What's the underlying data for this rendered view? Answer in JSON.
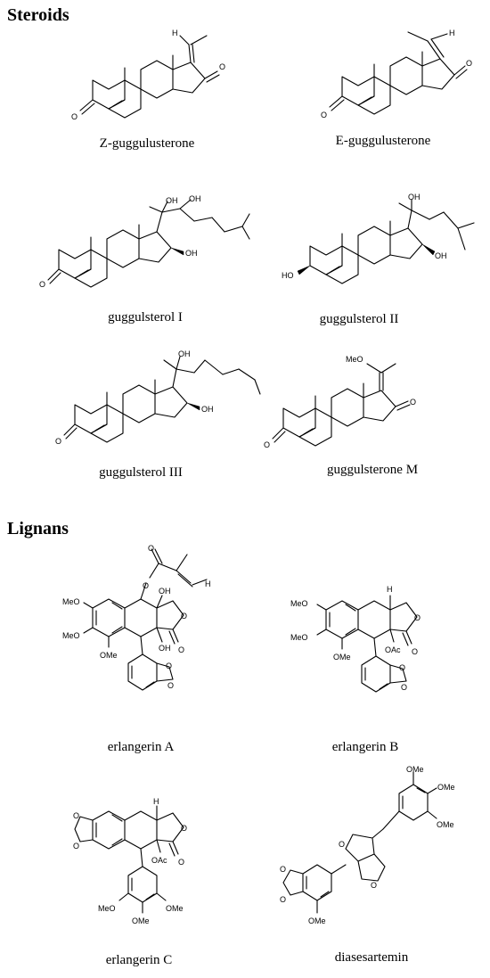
{
  "sections": {
    "steroids_title": "Steroids",
    "lignans_title": "Lignans"
  },
  "compounds": {
    "z_guggulusterone": "Z-guggulusterone",
    "e_guggulusterone": "E-guggulusterone",
    "guggulsterol_1": "guggulsterol I",
    "guggulsterol_2": "guggulsterol II",
    "guggulsterol_3": "guggulsterol III",
    "guggulsterone_m": "guggulsterone M",
    "erlangerin_a": "erlangerin A",
    "erlangerin_b": "erlangerin B",
    "erlangerin_c": "erlangerin C",
    "diasesartemin": "diasesartemin"
  },
  "atom_labels": {
    "h": "H",
    "o": "O",
    "oh": "OH",
    "ho": "HO",
    "ome": "OMe",
    "meo": "MeO",
    "oac": "OAc"
  }
}
